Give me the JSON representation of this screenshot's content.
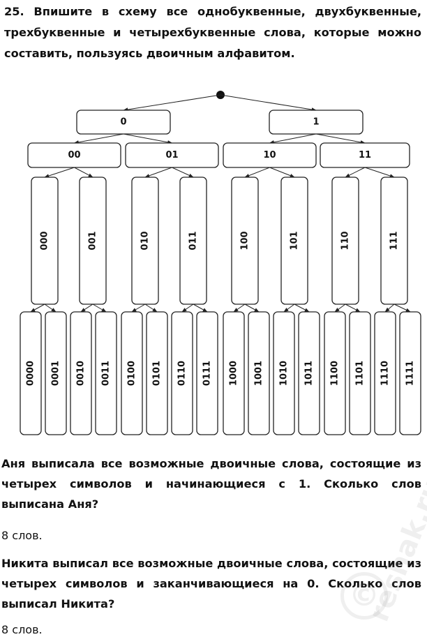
{
  "task": {
    "text": "25. Впишите в схему все однобуквенные, двухбуквенные, трехбуквенные и четырехбуквенные слова, которые можно составить, пользуясь двоичным алфавитом."
  },
  "tree": {
    "level1": [
      "0",
      "1"
    ],
    "level2": [
      "00",
      "01",
      "10",
      "11"
    ],
    "level3": [
      "000",
      "001",
      "010",
      "011",
      "100",
      "101",
      "110",
      "111"
    ],
    "level4": [
      "0000",
      "0001",
      "0010",
      "0011",
      "0100",
      "0101",
      "0110",
      "0111",
      "1000",
      "1001",
      "1010",
      "1011",
      "1100",
      "1101",
      "1110",
      "1111"
    ]
  },
  "q1": {
    "text": "Аня выписала все возможные двоичные слова, состоящие из четырех символов и начинающиеся с 1. Сколько слов выписана Аня?",
    "answer": "8 слов."
  },
  "q2": {
    "text": "Никита выписал все возможные двоичные слова, состоящие из четырех символов и заканчивающиеся на 0. Сколько слов выписал Никита?",
    "answer": "8 слов."
  },
  "watermark": {
    "site": "reshak.ru",
    "symbol": "©"
  }
}
